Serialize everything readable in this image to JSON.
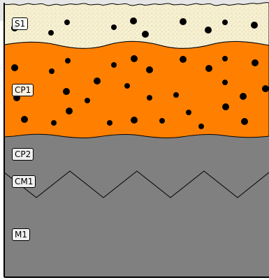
{
  "colors": {
    "page_background": "#ffffff",
    "sky": "#e6e6e6",
    "s1_fill": "#f7f1d2",
    "s1_speckle": "#d8d0a6",
    "cp1_fill": "#ff8000",
    "cp2_fill": "#808080",
    "m1_fill": "#808080",
    "outline": "#000000",
    "pebble": "#000000"
  },
  "layers": [
    {
      "label": "S1",
      "pattern": "dotted-speckled",
      "fill_key": "s1_fill"
    },
    {
      "label": "CP1",
      "pattern": "pebbled",
      "fill_key": "cp1_fill"
    },
    {
      "label": "CP2",
      "pattern": "plain",
      "fill_key": "cp2_fill"
    },
    {
      "label": "CM1",
      "pattern": "zigzag-contact",
      "fill_key": "m1_fill"
    },
    {
      "label": "M1",
      "pattern": "plain",
      "fill_key": "m1_fill"
    }
  ],
  "labels": {
    "s1": "S1",
    "cp1": "CP1",
    "cp2": "CP2",
    "cm1": "CM1",
    "m1": "M1"
  }
}
